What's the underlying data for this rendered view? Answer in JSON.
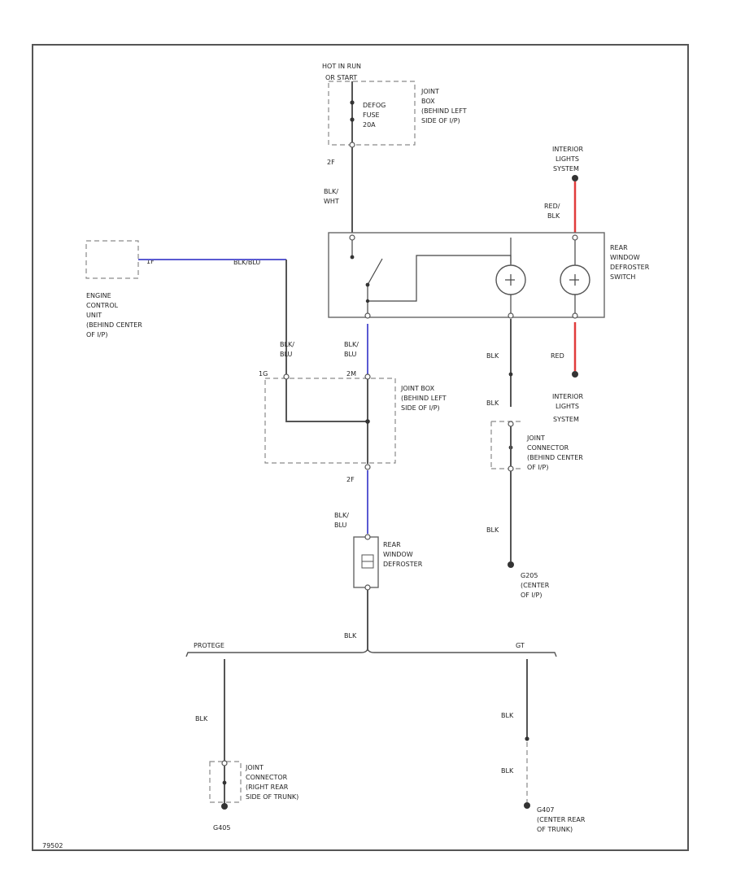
{
  "labels": {
    "hot_in_run": "HOT IN RUN",
    "or_start": "OR START",
    "defog_fuse": [
      "DEFOG",
      "FUSE",
      "20A"
    ],
    "joint_box_top": [
      "JOINT",
      "BOX",
      "(BEHIND LEFT",
      "SIDE OF I/P)"
    ],
    "connector_2f": "2F",
    "blk_wht": [
      "BLK/",
      "WHT"
    ],
    "interior_lights_top": [
      "INTERIOR",
      "LIGHTS",
      "SYSTEM"
    ],
    "red_blk": [
      "RED/",
      "BLK"
    ],
    "rear_window_switch": [
      "REAR",
      "WINDOW",
      "DEFROSTER",
      "SWITCH"
    ],
    "red": "RED",
    "interior_lights_bottom": [
      "INTERIOR",
      "LIGHTS",
      "SYSTEM"
    ],
    "ecu_pin": "1F",
    "ecu_wire": "BLK/BLU",
    "engine_control_unit": [
      "ENGINE",
      "CONTROL",
      "UNIT",
      "(BEHIND CENTER",
      "OF I/P)"
    ],
    "blk_blu_left": [
      "BLK/",
      "BLU"
    ],
    "blk_blu_center": [
      "BLK/",
      "BLU"
    ],
    "pin_1g": "1G",
    "pin_2m": "2M",
    "joint_box_mid": [
      "JOINT BOX",
      "(BEHIND LEFT",
      "SIDE OF I/P)"
    ],
    "blk_1": "BLK",
    "blk_2": "BLK",
    "blk_3": "BLK",
    "joint_connector_center": [
      "JOINT",
      "CONNECTOR",
      "(BEHIND CENTER",
      "OF I/P)"
    ],
    "connector_2f_lower": "2F",
    "blk_blu_lower": [
      "BLK/",
      "BLU"
    ],
    "rear_window_defroster": [
      "REAR",
      "WINDOW",
      "DEFROSTER"
    ],
    "g205": [
      "G205",
      "(CENTER",
      "OF I/P)"
    ],
    "blk_main": "BLK",
    "protege": "PROTEGE",
    "gt": "GT",
    "blk_left_drop": "BLK",
    "joint_connector_trunk": [
      "JOINT",
      "CONNECTOR",
      "(RIGHT REAR",
      "SIDE OF TRUNK)"
    ],
    "g405": "G405",
    "blk_right_1": "BLK",
    "blk_right_2": "BLK",
    "g407": [
      "G407",
      "(CENTER REAR",
      "OF TRUNK)"
    ],
    "figure_id": "79502"
  },
  "colors": {
    "wire": "#555555",
    "blue_wire": "#5a5ad2",
    "red_wire": "#e03c3c",
    "frame": "#555555",
    "dashed": "#8a8a8a"
  }
}
